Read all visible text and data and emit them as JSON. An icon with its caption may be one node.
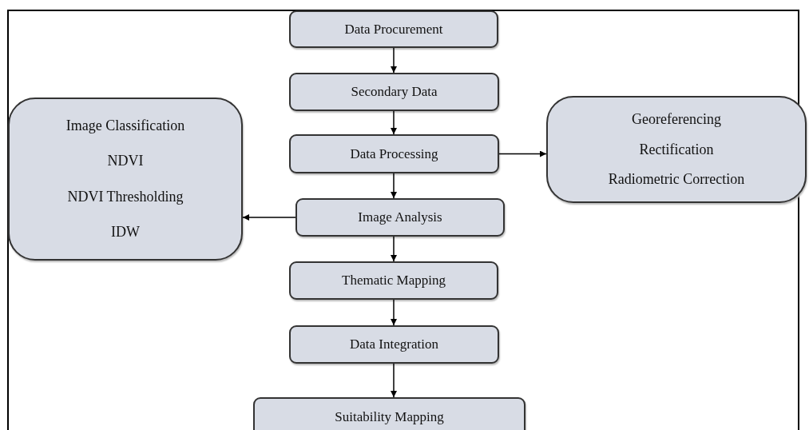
{
  "diagram": {
    "nodes": [
      {
        "text": [
          "Data Procurement"
        ]
      },
      {
        "text": [
          "Secondary Data"
        ]
      },
      {
        "text": [
          "Data Processing"
        ]
      },
      {
        "text": [
          "Image Analysis"
        ]
      },
      {
        "text": [
          "Thematic Mapping"
        ]
      },
      {
        "text": [
          "Data Integration"
        ]
      },
      {
        "text": [
          "Suitability Mapping"
        ]
      },
      {
        "text": [
          "Image Classification",
          "NDVI",
          "NDVI Thresholding",
          "IDW"
        ]
      },
      {
        "text": [
          "Georeferencing",
          "Rectification",
          "Radiometric Correction"
        ]
      }
    ],
    "edges": [
      {
        "from": 0,
        "to": 1,
        "arrow": "to"
      },
      {
        "from": 1,
        "to": 2,
        "arrow": "to"
      },
      {
        "from": 2,
        "to": 3,
        "arrow": "to"
      },
      {
        "from": 3,
        "to": 4,
        "arrow": "to"
      },
      {
        "from": 4,
        "to": 5,
        "arrow": "to"
      },
      {
        "from": 5,
        "to": 6,
        "arrow": "to"
      },
      {
        "from": 2,
        "to": 8,
        "arrow": "to"
      },
      {
        "from": 3,
        "to": 7,
        "arrow": "to"
      }
    ]
  }
}
